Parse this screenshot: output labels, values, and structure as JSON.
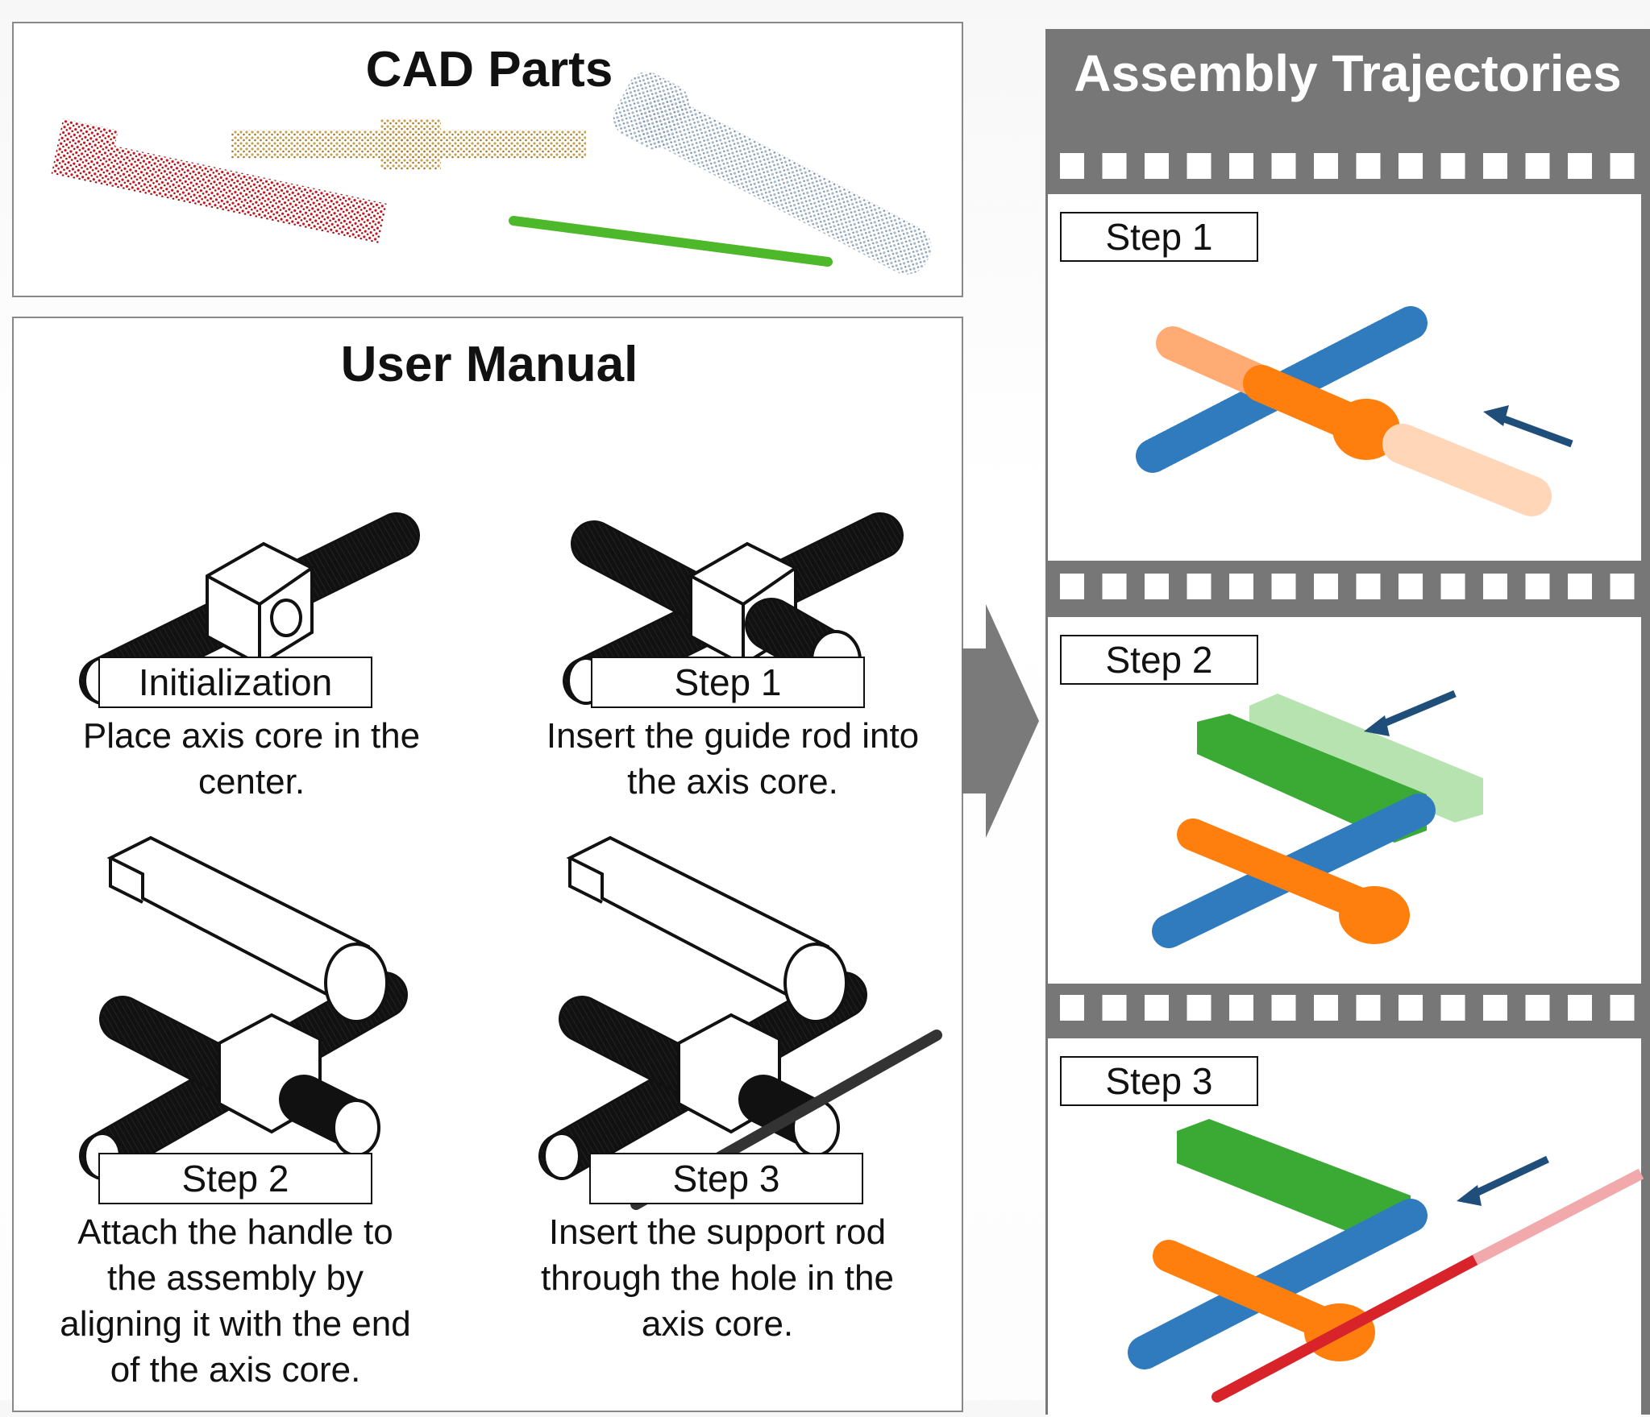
{
  "cad": {
    "title": "CAD Parts"
  },
  "manual": {
    "title": "User Manual",
    "steps": [
      {
        "label": "Initialization",
        "text": "Place axis core in the center."
      },
      {
        "label": "Step 1",
        "text": "Insert the guide rod into the axis core."
      },
      {
        "label": "Step 2",
        "text": "Attach the handle to the assembly by aligning it with the end of the axis core."
      },
      {
        "label": "Step 3",
        "text": "Insert the support rod through the hole in the axis core."
      }
    ]
  },
  "trajectories": {
    "title": "Assembly Trajectories",
    "frames": [
      {
        "label": "Step 1"
      },
      {
        "label": "Step 2"
      },
      {
        "label": "Step 3"
      }
    ]
  },
  "colors": {
    "red_part": "#c8141c",
    "gold_part": "#c8a24e",
    "grey_part": "#a7b8c9",
    "green_part": "#4cb82a",
    "blue_part": "#2f7bbd",
    "orange_part": "#ff7f0e",
    "green_handle": "#3aaa35",
    "arrow": "#1f4e7a",
    "support_rod": "#d9232a",
    "film": "#777777"
  }
}
